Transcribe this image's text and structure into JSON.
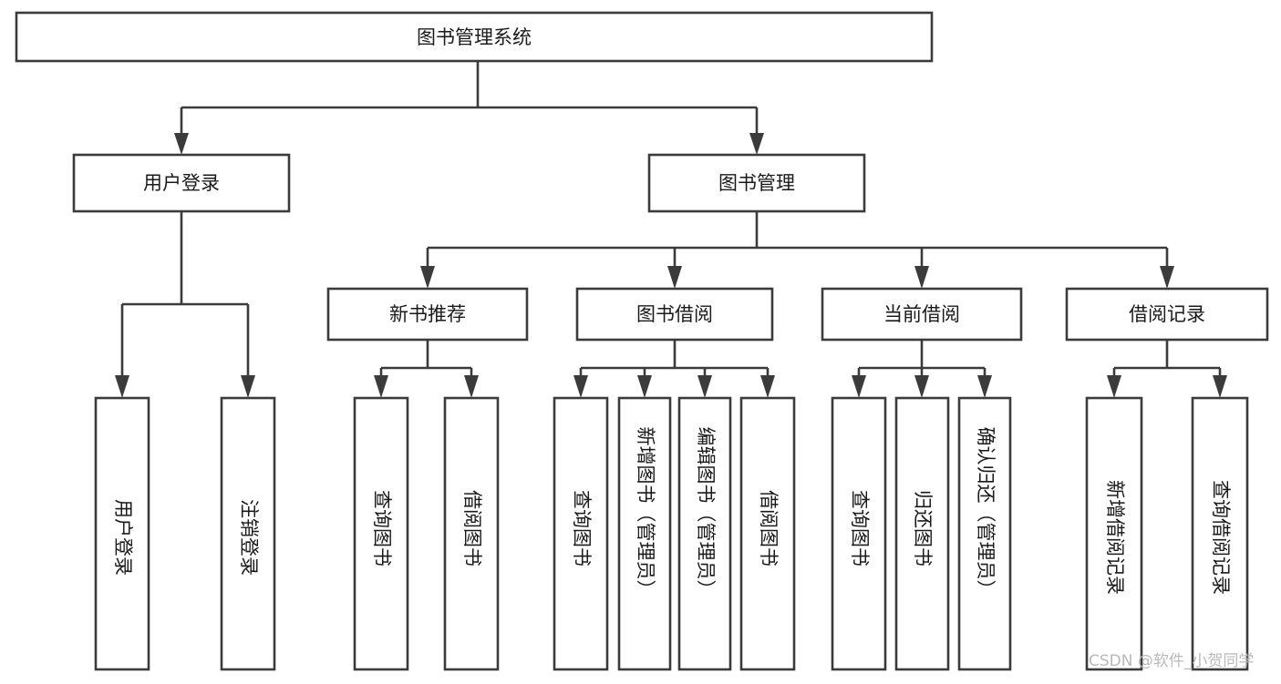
{
  "diagram": {
    "type": "tree-hierarchy",
    "title": "图书管理系统",
    "root": {
      "label": "图书管理系统"
    },
    "level2": [
      {
        "label": "用户登录"
      },
      {
        "label": "图书管理"
      }
    ],
    "level3": [
      {
        "label": "新书推荐"
      },
      {
        "label": "图书借阅"
      },
      {
        "label": "当前借阅"
      },
      {
        "label": "借阅记录"
      }
    ],
    "leaves_user_login": [
      {
        "label": "用户登录"
      },
      {
        "label": "注销登录"
      }
    ],
    "leaves_new_book": [
      {
        "label": "查询图书"
      },
      {
        "label": "借阅图书"
      }
    ],
    "leaves_borrow": [
      {
        "label": "查询图书"
      },
      {
        "label": "新增图书（管理员）"
      },
      {
        "label": "编辑图书（管理员）"
      },
      {
        "label": "借阅图书"
      }
    ],
    "leaves_current": [
      {
        "label": "查询图书"
      },
      {
        "label": "归还图书"
      },
      {
        "label": "确认归还（管理员）"
      }
    ],
    "leaves_records": [
      {
        "label": "新增借阅记录"
      },
      {
        "label": "查询借阅记录"
      }
    ],
    "colors": {
      "stroke": "#3b3b3b",
      "fill": "#ffffff",
      "text": "#1a1a1a",
      "watermark": "#b9b9b9"
    }
  },
  "watermark": {
    "text": "CSDN @软件_小贺同学"
  }
}
